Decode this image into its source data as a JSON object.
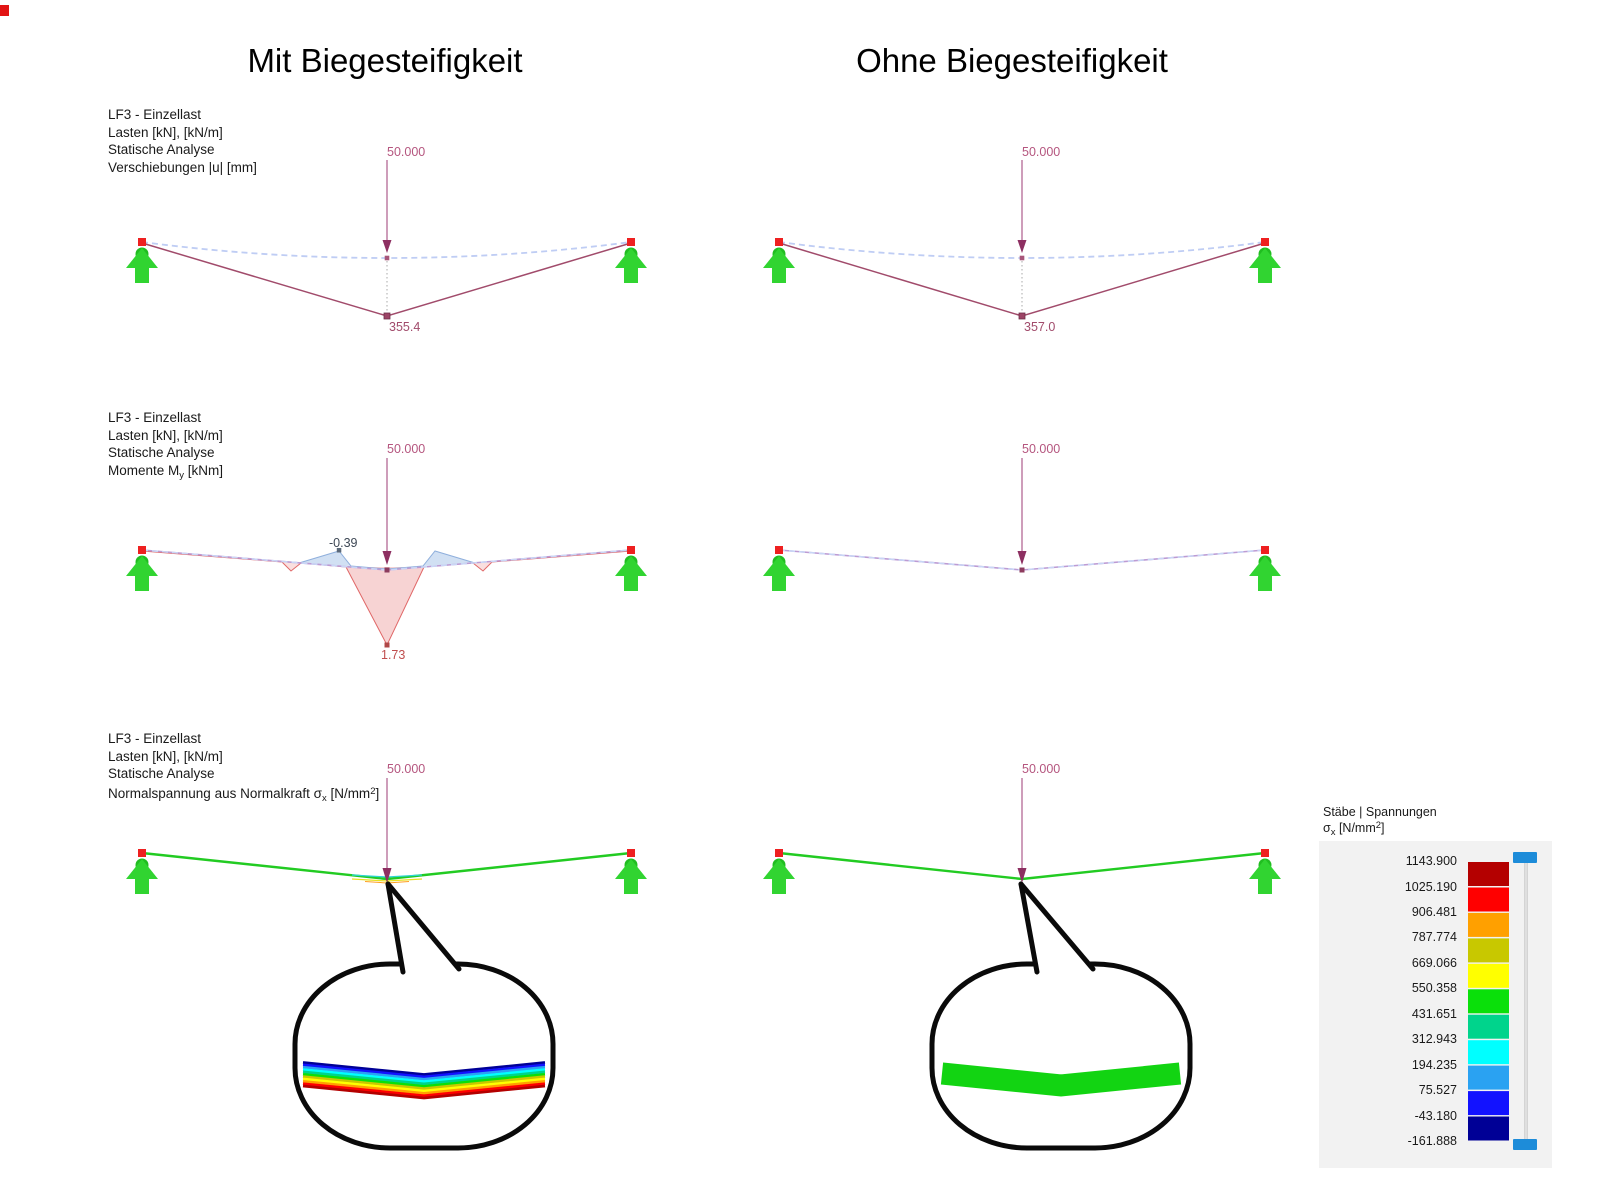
{
  "titles": {
    "left": "Mit Biegesteifigkeit",
    "right": "Ohne Biegesteifigkeit"
  },
  "headers": {
    "common": [
      "LF3 - Einzellast",
      "Lasten [kN], [kN/m]",
      "Statische Analyse"
    ],
    "row1_line4": "Verschiebungen |u| [mm]",
    "row2_line4": {
      "pre": "Momente M",
      "sub": "y",
      "post": " [kNm]"
    },
    "row3_line4": {
      "pre": "Normalspannung aus Normalkraft σ",
      "sub": "x",
      "mid": " [N/mm",
      "sup": "2",
      "post": "]"
    }
  },
  "load": {
    "value": "50.000"
  },
  "results": {
    "displacement_left": "355.4",
    "displacement_right": "357.0",
    "moment_negative": "-0.39",
    "moment_positive": "1.73"
  },
  "legend": {
    "title": "Stäbe | Spannungen",
    "unit": {
      "pre": "σ",
      "sub": "x",
      "mid": " [N/mm",
      "sup": "2",
      "post": "]"
    },
    "values": [
      "1143.900",
      "1025.190",
      "906.481",
      "787.774",
      "669.066",
      "550.358",
      "431.651",
      "312.943",
      "194.235",
      "75.527",
      "-43.180",
      "-161.888"
    ],
    "colors": [
      "#b40000",
      "#ff0000",
      "#ffa000",
      "#c8c800",
      "#ffff00",
      "#0ae00a",
      "#00d48c",
      "#00ffff",
      "#2aa2f2",
      "#1212ff",
      "#000096"
    ]
  },
  "crosssection": {
    "rainbow": [
      "#000096",
      "#1212ff",
      "#2aa2f2",
      "#00ffff",
      "#00d48c",
      "#0ae00a",
      "#c8c800",
      "#ffff00",
      "#ffa000",
      "#ff0000",
      "#b40000"
    ],
    "uniform": "#12d412"
  },
  "colors": {
    "beam_green": "#22cb22",
    "support_green": "#31d431",
    "load_magenta": "#b0547e",
    "deformation": "#a14b6b"
  }
}
